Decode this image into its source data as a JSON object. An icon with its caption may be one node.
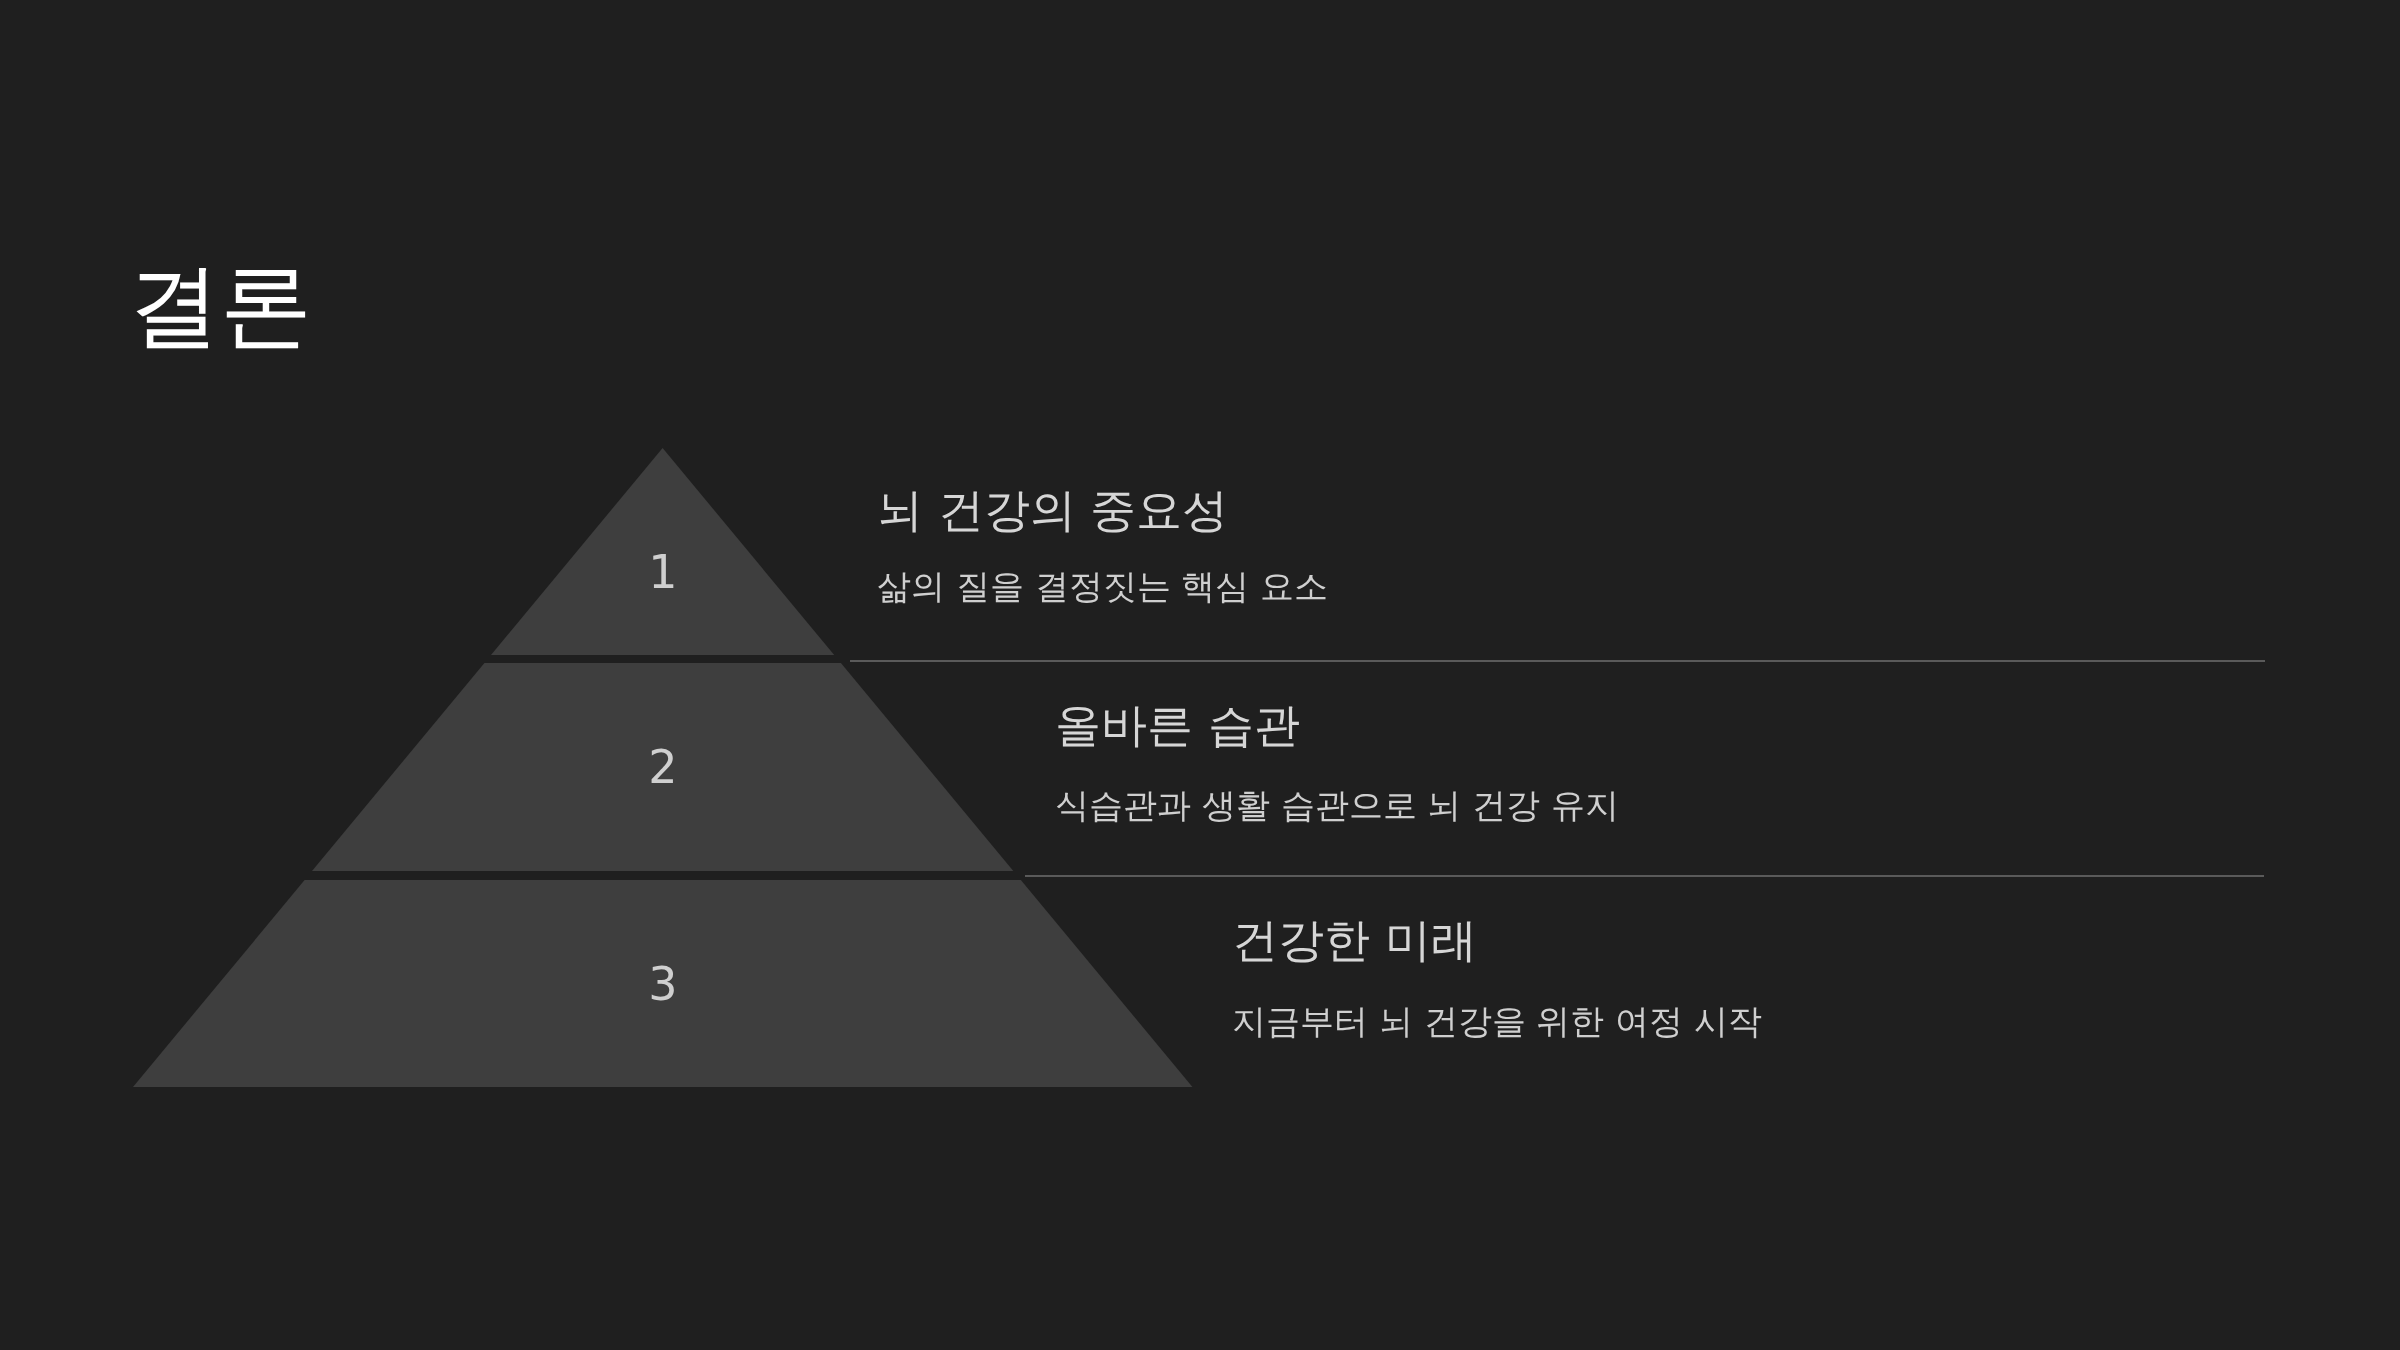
{
  "diagram": {
    "title": "결론",
    "nodes": [
      {
        "text": [
          "1"
        ],
        "beside": [
          "뇌 건강의 중요성",
          "삶의 질을 결정짓는 핵심 요소"
        ]
      },
      {
        "text": [
          "2"
        ],
        "beside": [
          "올바른 습관",
          "식습관과 생활 습관으로 뇌 건강 유지"
        ]
      },
      {
        "text": [
          "3"
        ],
        "beside": [
          "건강한 미래",
          "지금부터 뇌 건강을 위한 여정 시작"
        ]
      }
    ],
    "edges": []
  }
}
